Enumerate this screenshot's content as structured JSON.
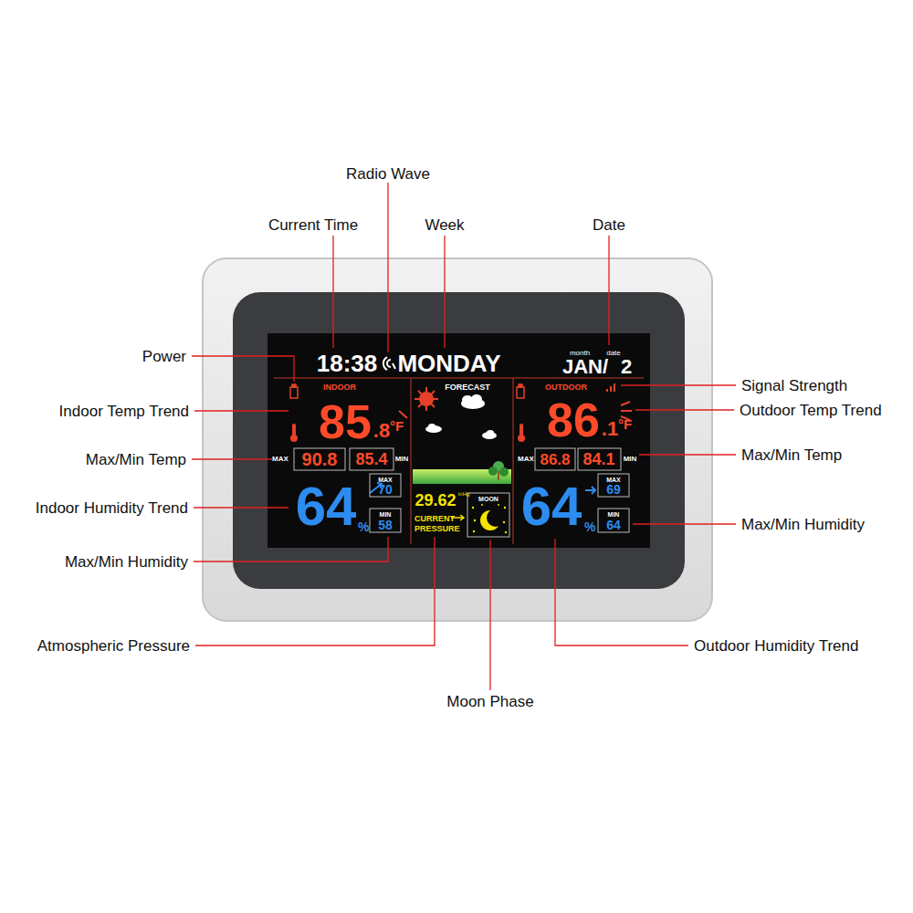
{
  "diagram": {
    "labels": [
      "Radio Wave",
      "Current Time",
      "Week",
      "Date",
      "Power",
      "Indoor Temp Trend",
      "Max/Min Temp",
      "Indoor Humidity Trend",
      "Max/Min Humidity",
      "Signal Strength",
      "Outdoor Temp Trend",
      "Max/Min Temp",
      "Max/Min Humidity",
      "Atmospheric Pressure",
      "Moon Phase",
      "Outdoor Humidity Trend",
      "18:38",
      "MONDAY",
      "month",
      "date",
      "JAN/",
      "2",
      "INDOOR",
      "85",
      ".8",
      "°F",
      "MAX",
      "90.8",
      "85.4",
      "MIN",
      "64",
      "%",
      "MAX",
      "70",
      "MIN",
      "58",
      "FORECAST",
      "29.62",
      "inHg",
      "CURRENT",
      "PRESSURE",
      "MOON",
      "OUTDOOR",
      "86",
      ".1",
      "°F",
      "MAX",
      "86.8",
      "84.1",
      "MIN",
      "64",
      "%",
      "MAX",
      "69",
      "MIN",
      "64"
    ]
  }
}
